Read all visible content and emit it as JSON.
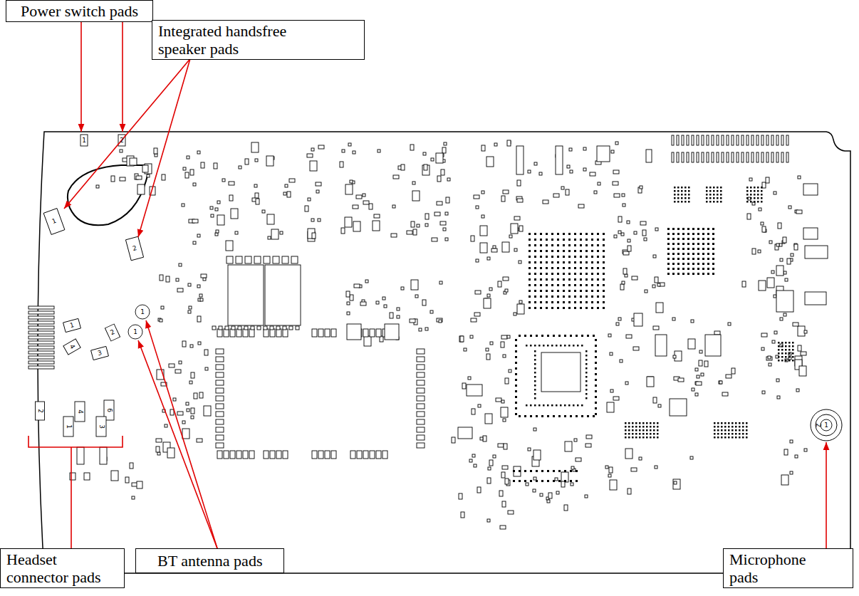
{
  "diagram": {
    "nodes": [
      {
        "text": [
          "Power switch pads"
        ]
      },
      {
        "text": [
          "Integrated handsfree speaker pads"
        ]
      },
      {
        "text": [
          "Headset connector pads"
        ]
      },
      {
        "text": [
          "BT antenna pads"
        ]
      },
      {
        "text": [
          "Microphone pads"
        ]
      }
    ],
    "labels": [
      "1",
      "2",
      "1",
      "2",
      "1",
      "2",
      "4",
      "3",
      "2",
      "4",
      "6",
      "1",
      "3",
      "1",
      "1",
      "2",
      "1"
    ]
  }
}
